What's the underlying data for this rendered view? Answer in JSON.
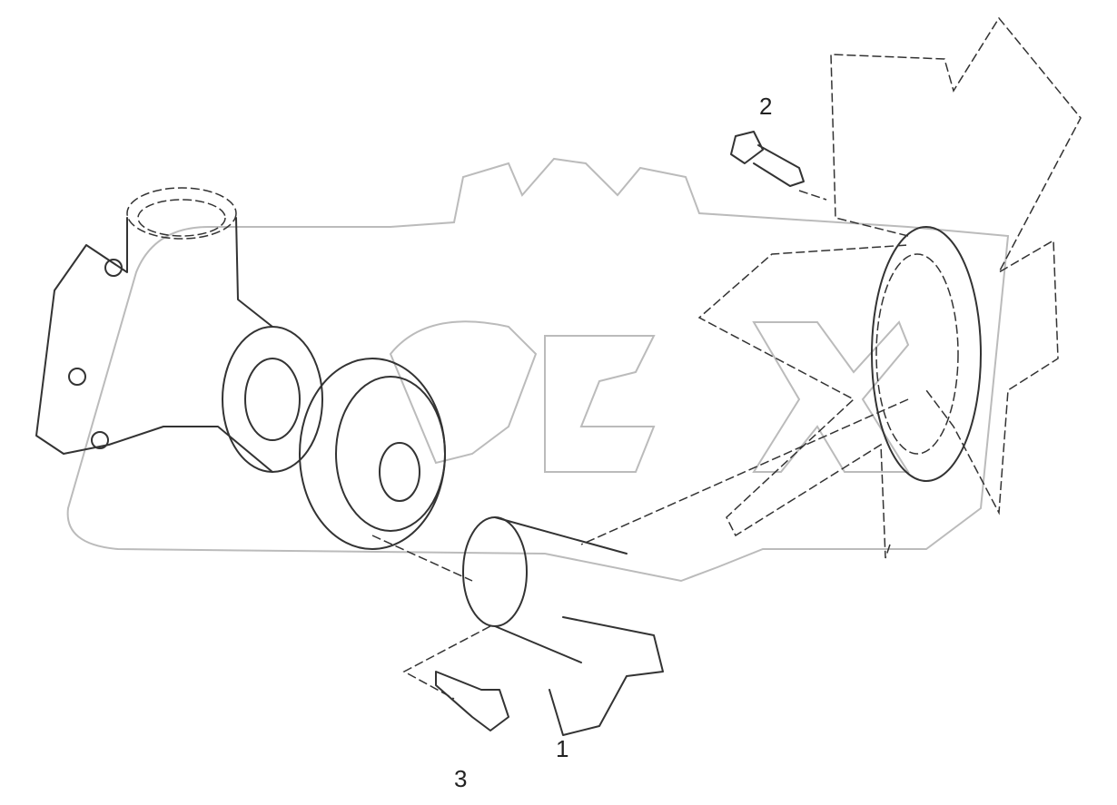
{
  "diagram": {
    "watermark": "OPEX",
    "callouts": [
      {
        "label": "1",
        "part": "fan-spacer"
      },
      {
        "label": "2",
        "part": "fan-bolt"
      },
      {
        "label": "3",
        "part": "spacer-bolt"
      }
    ],
    "colors": {
      "line": "#333333",
      "watermark": "#bbbbbb"
    }
  }
}
